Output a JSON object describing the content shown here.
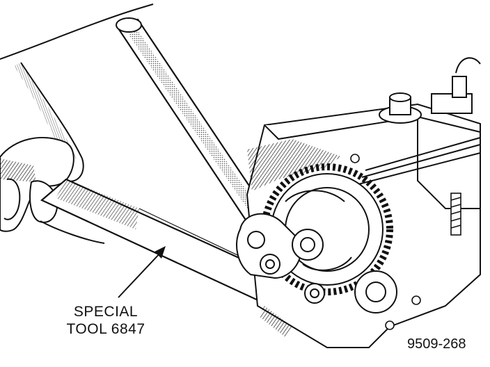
{
  "callout": {
    "line1": "SPECIAL",
    "line2": "TOOL 6847"
  },
  "figure_number": "9509-268",
  "colors": {
    "ink": "#111111",
    "paper": "#ffffff"
  }
}
